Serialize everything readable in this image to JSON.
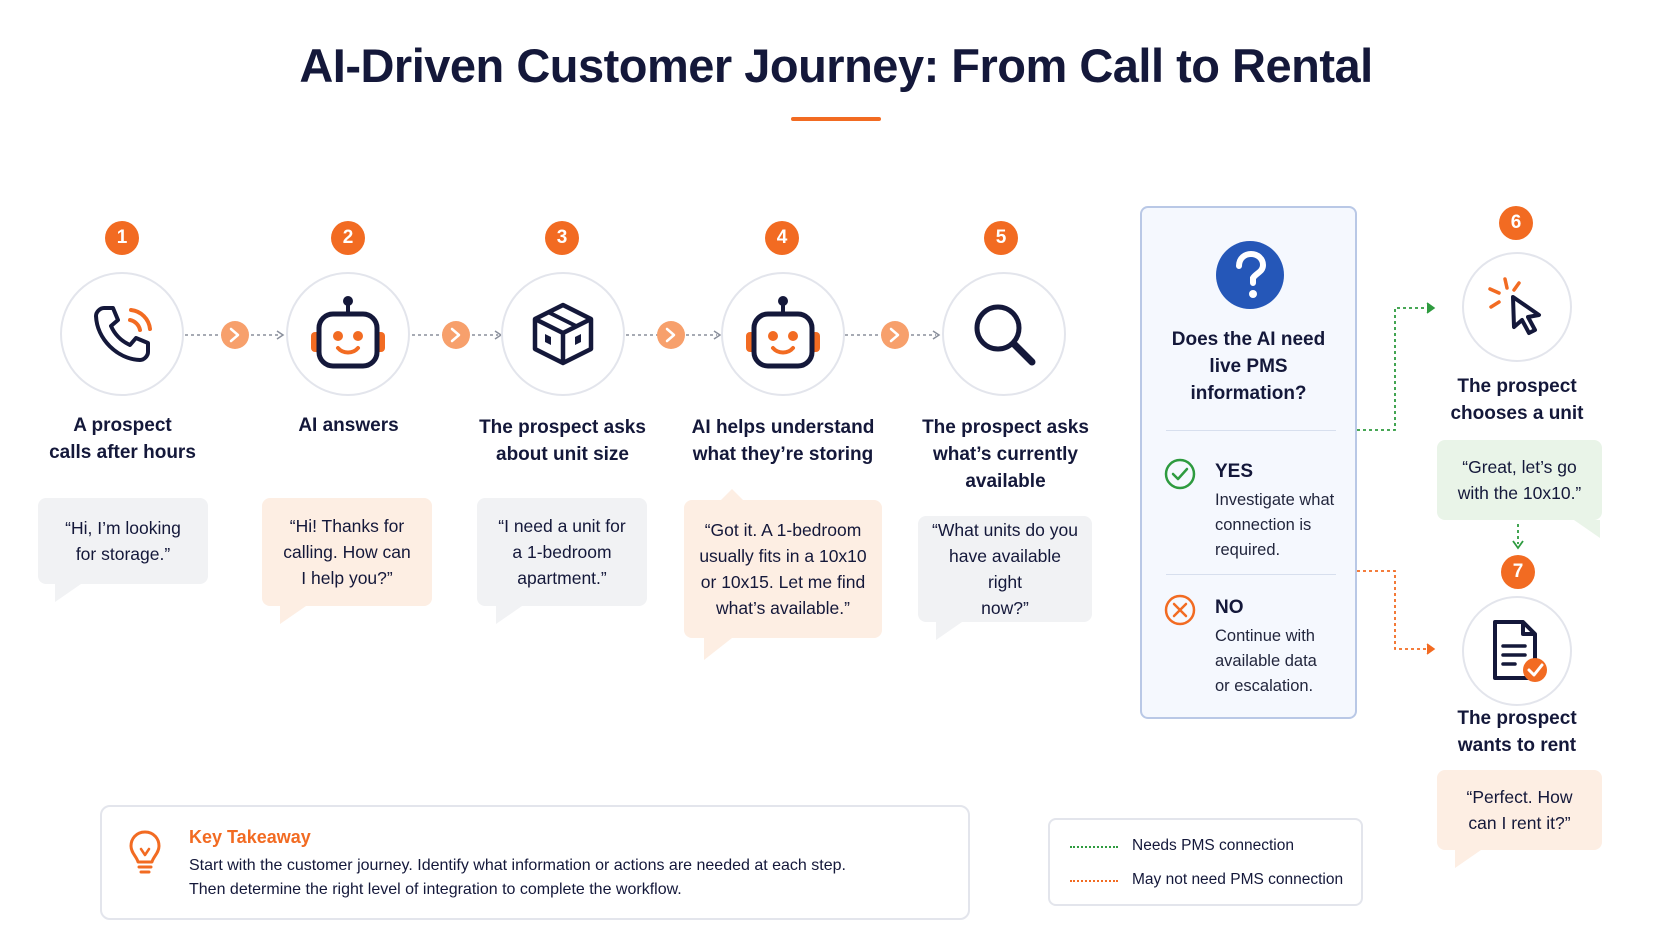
{
  "title": "AI-Driven Customer Journey: From Call to Rental",
  "steps": [
    {
      "num": "1",
      "icon": "phone-icon",
      "label_lines": [
        "A prospect",
        "calls after hours"
      ],
      "bubble_lines": [
        "“Hi, I’m looking",
        "for storage.”"
      ],
      "bubble_color": "grey"
    },
    {
      "num": "2",
      "icon": "robot-icon",
      "label_lines": [
        "AI answers"
      ],
      "bubble_lines": [
        "“Hi! Thanks for",
        "calling. How can",
        "I help you?”"
      ],
      "bubble_color": "peach"
    },
    {
      "num": "3",
      "icon": "box-icon",
      "label_lines": [
        "The prospect asks",
        "about unit size"
      ],
      "bubble_lines": [
        "“I need a unit for",
        "a 1-bedroom",
        "apartment.”"
      ],
      "bubble_color": "grey"
    },
    {
      "num": "4",
      "icon": "robot-icon",
      "label_lines": [
        "AI helps understand",
        "what they’re storing"
      ],
      "bubble_lines": [
        "“Got it. A 1-bedroom",
        "usually fits in a 10x10",
        "or 10x15. Let me find",
        "what’s available.”"
      ],
      "bubble_color": "peach"
    },
    {
      "num": "5",
      "icon": "search-icon",
      "label_lines": [
        "The prospect asks",
        "what’s currently",
        "available"
      ],
      "bubble_lines": [
        "“What units do you",
        "have available right",
        "now?”"
      ],
      "bubble_color": "grey"
    },
    {
      "num": "6",
      "icon": "cursor-click-icon",
      "label_lines": [
        "The prospect",
        "chooses a unit"
      ],
      "bubble_lines": [
        "“Great, let’s go",
        "with the 10x10.”"
      ],
      "bubble_color": "green"
    },
    {
      "num": "7",
      "icon": "document-check-icon",
      "label_lines": [
        "The prospect",
        "wants to rent"
      ],
      "bubble_lines": [
        "“Perfect. How",
        "can I rent it?”"
      ],
      "bubble_color": "peach"
    }
  ],
  "decision": {
    "icon": "question-icon",
    "question_lines": [
      "Does the AI need",
      "live PMS",
      "information?"
    ],
    "yes": {
      "heading": "YES",
      "body_lines": [
        "Investigate what",
        "connection is",
        "required."
      ],
      "icon": "check-circle-icon"
    },
    "no": {
      "heading": "NO",
      "body_lines": [
        "Continue with",
        "available data",
        "or escalation."
      ],
      "icon": "x-circle-icon"
    }
  },
  "takeaway": {
    "icon": "lightbulb-icon",
    "title": "Key Takeaway",
    "lines": [
      "Start with the customer journey. Identify what information or actions are needed at each step.",
      "Then determine the right level of integration to complete the workflow."
    ]
  },
  "legend": [
    {
      "label": "Needs PMS connection",
      "color": "#2e9b3f",
      "style": "dotted"
    },
    {
      "label": "May not need PMS connection",
      "color": "#f26b22",
      "style": "dotted"
    }
  ],
  "colors": {
    "accent": "#f26b22",
    "navy": "#14183a",
    "decision_blue": "#2557b8",
    "green": "#2e9b3f"
  }
}
